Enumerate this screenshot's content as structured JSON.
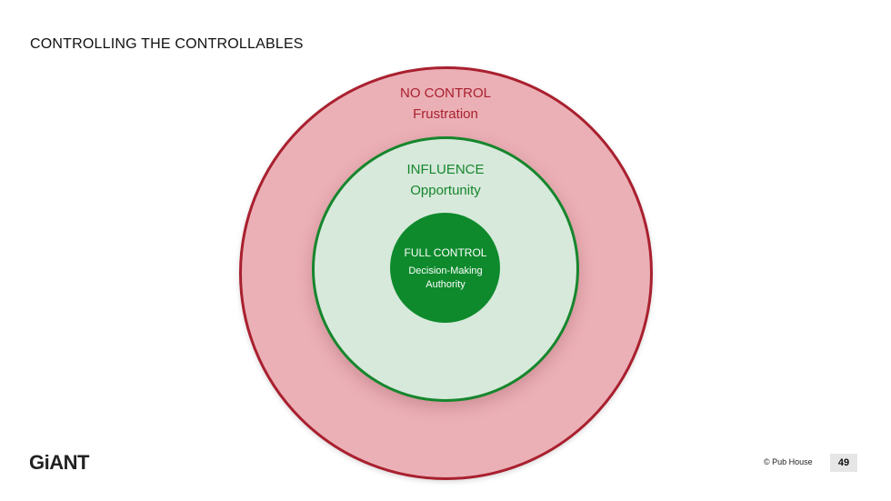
{
  "slide": {
    "title": "CONTROLLING THE CONTROLLABLES",
    "page_number": "49",
    "copyright": "© Pub House",
    "logo_text": "GiANT"
  },
  "diagram": {
    "outer": {
      "title": "NO CONTROL",
      "subtitle": "Frustration",
      "fill": "#ebb0b6",
      "stroke": "#a9202f"
    },
    "middle": {
      "title": "INFLUENCE",
      "subtitle": "Opportunity",
      "fill": "#d7e9db",
      "stroke": "#16862d"
    },
    "inner": {
      "title": "FULL CONTROL",
      "subtitle_line1": "Decision-Making",
      "subtitle_line2": "Authority",
      "fill": "#0e8a2c"
    }
  }
}
